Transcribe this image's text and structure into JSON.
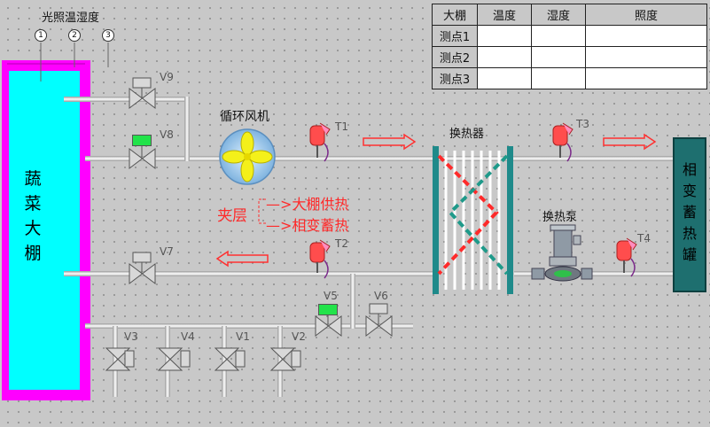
{
  "labels": {
    "light_temp_humidity": "光照温湿度",
    "greenhouse": [
      "蔬",
      "菜",
      "大",
      "棚"
    ],
    "fan": "循环风机",
    "heat_exchanger": "换热器",
    "heat_pump": "换热泵",
    "interlayer": "夹层",
    "branch_heating": "—>大棚供热",
    "branch_storage": "—>相变蓄热",
    "tank": [
      "相",
      "变",
      "蓄",
      "热",
      "罐"
    ]
  },
  "markers": [
    "1",
    "2",
    "3"
  ],
  "valves": {
    "v9": "V9",
    "v8": "V8",
    "v7": "V7",
    "v5": "V5",
    "v6": "V6",
    "v3": "V3",
    "v4": "V4",
    "v1": "V1",
    "v2": "V2"
  },
  "sensors": {
    "t1": "T1",
    "t2": "T2",
    "t3": "T3",
    "t4": "T4"
  },
  "table": {
    "headers": [
      "大棚",
      "温度",
      "湿度",
      "照度"
    ],
    "rows": [
      {
        "name": "测点1",
        "temp": "",
        "humidity": "",
        "light": ""
      },
      {
        "name": "测点2",
        "temp": "",
        "humidity": "",
        "light": ""
      },
      {
        "name": "测点3",
        "temp": "",
        "humidity": "",
        "light": ""
      }
    ]
  },
  "colors": {
    "greenhouse_fill": "#00ffff",
    "greenhouse_border": "#ff00ff",
    "tank_fill": "#1e6f6f",
    "pipe": "#ffffff",
    "indicator_on": "#22e34a",
    "flow_arrow": "#ff3030",
    "exchanger_frame": "#1f8a8a"
  }
}
